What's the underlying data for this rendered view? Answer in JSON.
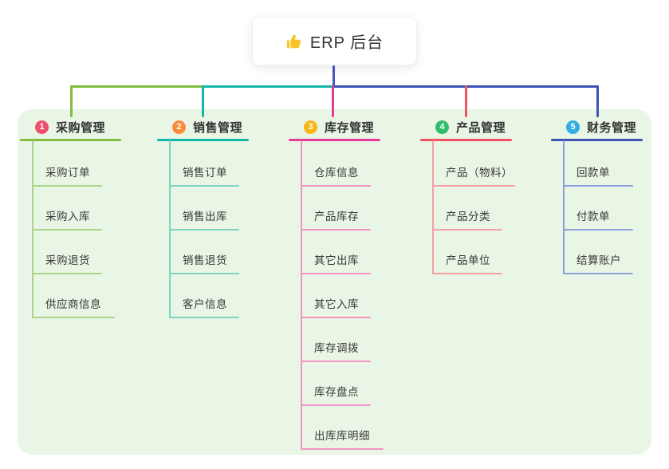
{
  "root": {
    "label": "ERP 后台",
    "icon": "thumbs-up-icon",
    "icon_color": "#F7C325"
  },
  "panel_bg": "#E9F6E5",
  "root_connector_color": "#4656C0",
  "branches": [
    {
      "index": "1",
      "title": "采购管理",
      "line_color": "#82BC40",
      "child_line_color": "#A9D489",
      "badge_color": "#F0506E",
      "children": [
        "采购订单",
        "采购入库",
        "采购退货",
        "供应商信息"
      ]
    },
    {
      "index": "2",
      "title": "销售管理",
      "line_color": "#14B8A6",
      "child_line_color": "#7ED3C6",
      "badge_color": "#FB8B3C",
      "children": [
        "销售订单",
        "销售出库",
        "销售退货",
        "客户信息"
      ]
    },
    {
      "index": "3",
      "title": "库存管理",
      "line_color": "#E8399B",
      "child_line_color": "#F393C5",
      "badge_color": "#FBB415",
      "children": [
        "仓库信息",
        "产品库存",
        "其它出库",
        "其它入库",
        "库存调拨",
        "库存盘点",
        "出库库明细"
      ]
    },
    {
      "index": "4",
      "title": "产品管理",
      "line_color": "#F2515F",
      "child_line_color": "#F79FA4",
      "badge_color": "#2EBD6B",
      "children": [
        "产品（物料）",
        "产品分类",
        "产品单位"
      ]
    },
    {
      "index": "5",
      "title": "财务管理",
      "line_color": "#3E52B7",
      "child_line_color": "#8E9FDC",
      "badge_color": "#33ACE0",
      "children": [
        "回款单",
        "付款单",
        "结算账户"
      ]
    }
  ]
}
